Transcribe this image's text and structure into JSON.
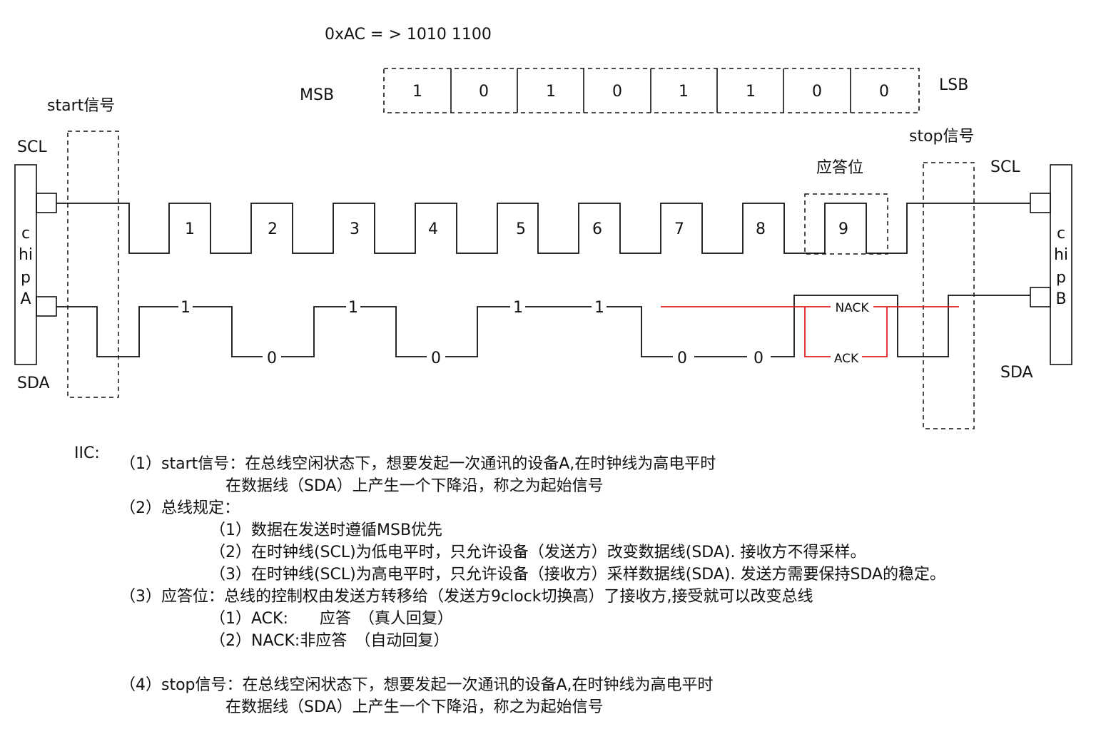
{
  "hex_label": "0xAC = > 1010 1100",
  "msb_label": "MSB",
  "lsb_label": "LSB",
  "bits": [
    "1",
    "0",
    "1",
    "0",
    "1",
    "1",
    "0",
    "0"
  ],
  "start_label": "start信号",
  "stop_label": "stop信号",
  "ack_bit_label": "应答位",
  "scl_left": "SCL",
  "sda_left": "SDA",
  "scl_right": "SCL",
  "sda_right": "SDA",
  "chip_a": [
    "c",
    "hi",
    "p",
    "A"
  ],
  "chip_b": [
    "c",
    "hi",
    "p",
    "B"
  ],
  "clock_numbers": [
    "1",
    "2",
    "3",
    "4",
    "5",
    "6",
    "7",
    "8",
    "9"
  ],
  "sda_values": [
    "1",
    "0",
    "1",
    "0",
    "1",
    "1",
    "0",
    "0"
  ],
  "nack_label": "NACK",
  "ack_label": "ACK",
  "colors": {
    "line": "#111111",
    "ack_path": "#e02020"
  },
  "notes": {
    "title": "IIC:",
    "l1": "（1）start信号：在总线空闲状态下，想要发起一次通讯的设备A,在时钟线为高电平时",
    "l1b": "在数据线（SDA）上产生一个下降沿，称之为起始信号",
    "l2": "（2）总线规定：",
    "l2a": "（1）数据在发送时遵循MSB优先",
    "l2b": "（2）在时钟线(SCL)为低电平时，只允许设备（发送方）改变数据线(SDA). 接收方不得采样。",
    "l2c": "（3）在时钟线(SCL)为高电平时，只允许设备（接收方）采样数据线(SDA). 发送方需要保持SDA的稳定。",
    "l3": "（3）应答位：总线的控制权由发送方转移给（发送方9clock切换高）了接收方,接受就可以改变总线",
    "l3a": "（1）ACK:　　应答　（真人回复）",
    "l3b": "（2）NACK:非应答　（自动回复）",
    "l4": "（4）stop信号：在总线空闲状态下，想要发起一次通讯的设备A,在时钟线为高电平时",
    "l4b": "在数据线（SDA）上产生一个下降沿，称之为起始信号"
  }
}
